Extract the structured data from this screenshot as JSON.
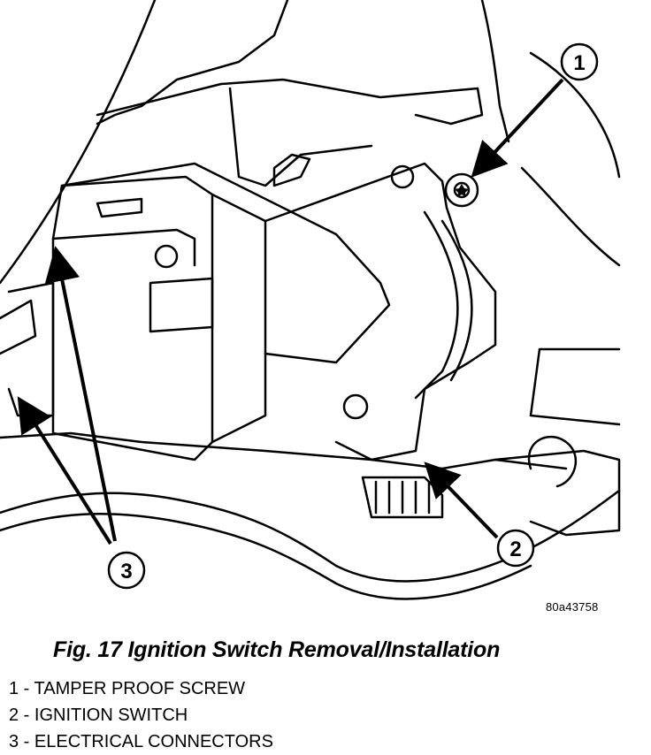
{
  "diagram": {
    "image_id_label": "80a43758",
    "callouts": [
      {
        "number": "1"
      },
      {
        "number": "2"
      },
      {
        "number": "3"
      }
    ]
  },
  "caption": "Fig. 17 Ignition Switch Removal/Installation",
  "legend": [
    {
      "text": "1 - TAMPER PROOF SCREW"
    },
    {
      "text": "2 - IGNITION SWITCH"
    },
    {
      "text": "3 - ELECTRICAL CONNECTORS"
    }
  ]
}
